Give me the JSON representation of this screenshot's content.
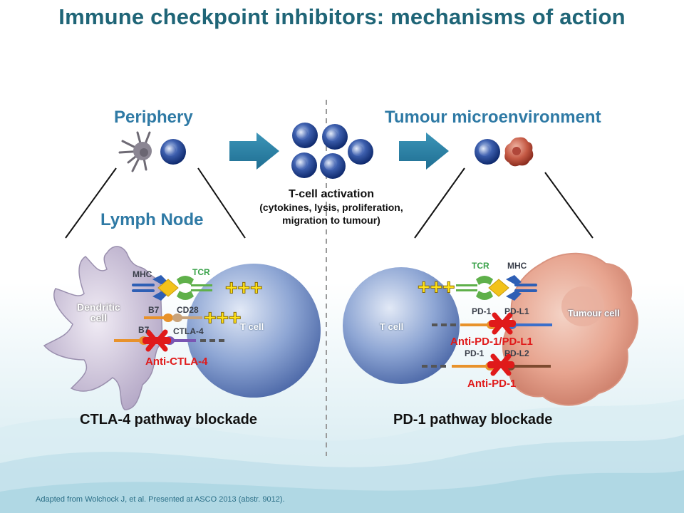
{
  "title": "Immune checkpoint inhibitors: mechanisms of action",
  "headings": {
    "periphery": "Periphery",
    "tumour_microenvironment": "Tumour microenvironment",
    "lymph_node": "Lymph Node"
  },
  "activation": {
    "title": "T-cell activation",
    "detail_line1": "(cytokines, lysis, proliferation,",
    "detail_line2": "migration to tumour)"
  },
  "left_panel": {
    "dendritic_cell_line1": "Dendritic",
    "dendritic_cell_line2": "cell",
    "t_cell": "T cell",
    "mhc": "MHC",
    "tcr": "TCR",
    "b7_top": "B7",
    "cd28": "CD28",
    "b7_bottom": "B7",
    "ctla4": "CTLA-4",
    "signal_top": "+++",
    "signal_bottom": "+++",
    "antibody": "Anti-CTLA-4",
    "caption": "CTLA-4 pathway blockade"
  },
  "right_panel": {
    "t_cell": "T cell",
    "tumour_cell": "Tumour cell",
    "tcr": "TCR",
    "mhc": "MHC",
    "pd1_top": "PD-1",
    "pdl1": "PD-L1",
    "pd1_bottom": "PD-1",
    "pdl2": "PD-L2",
    "signal": "+++",
    "antibody_top": "Anti-PD-1/PD-L1",
    "antibody_bottom": "Anti-PD-1",
    "caption": "PD-1 pathway blockade"
  },
  "source": "Adapted from Wolchock J, et al. Presented at ASCO 2013 (abstr. 9012).",
  "colors": {
    "title": "#1f6577",
    "heading": "#2f7aa5",
    "arrow": "#2b7fa3",
    "antibody_red": "#e01a1a",
    "plus_yellow": "#ffe21a",
    "t_cell_blue": "#8ea6d4"
  }
}
